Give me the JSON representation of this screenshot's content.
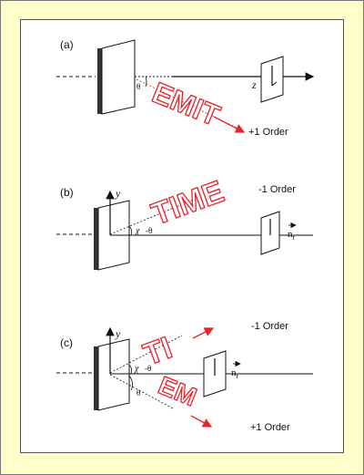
{
  "panels": [
    {
      "label": "(a)",
      "z_label": "z",
      "theta_label": "θ",
      "order_label": "+1 Order",
      "grating_text": "EMIT"
    },
    {
      "label": "(b)",
      "y_label": "y",
      "chi_label": "χ",
      "theta_label": "-θ",
      "n_label": "n",
      "n_sub": "r",
      "order_label": "-1 Order",
      "grating_text": "TIME"
    },
    {
      "label": "(c)",
      "y_label": "y",
      "chi_label": "χ",
      "theta_minus": "-θ",
      "theta_plus": "θ",
      "n_label": "n",
      "n_sub": "r",
      "order_minus": "-1 Order",
      "order_plus": "+1 Order",
      "grating_text_upper": "TI",
      "grating_text_lower": "EM"
    }
  ],
  "colors": {
    "border_fill": "#ffffcc",
    "grating_red": "#e8212a",
    "ink": "#111111"
  }
}
